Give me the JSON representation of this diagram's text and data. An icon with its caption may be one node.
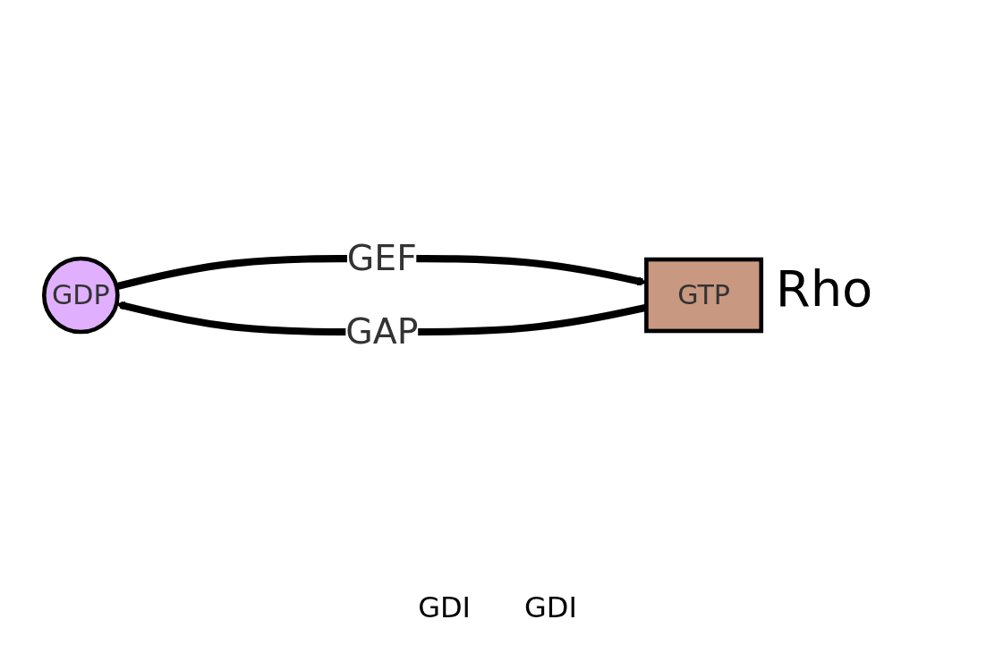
{
  "diagram": {
    "nodes": [
      {
        "text": [
          "GDP"
        ]
      },
      {
        "text": [
          "GTP"
        ],
        "beside": [
          "Rho"
        ]
      }
    ],
    "edges": [
      {
        "from": 0,
        "to": 1,
        "arrow": "to",
        "label": "GEF"
      },
      {
        "from": 1,
        "to": 0,
        "arrow": "to",
        "label": "GAP"
      }
    ],
    "labels": [
      "GDI",
      "GDI"
    ]
  }
}
